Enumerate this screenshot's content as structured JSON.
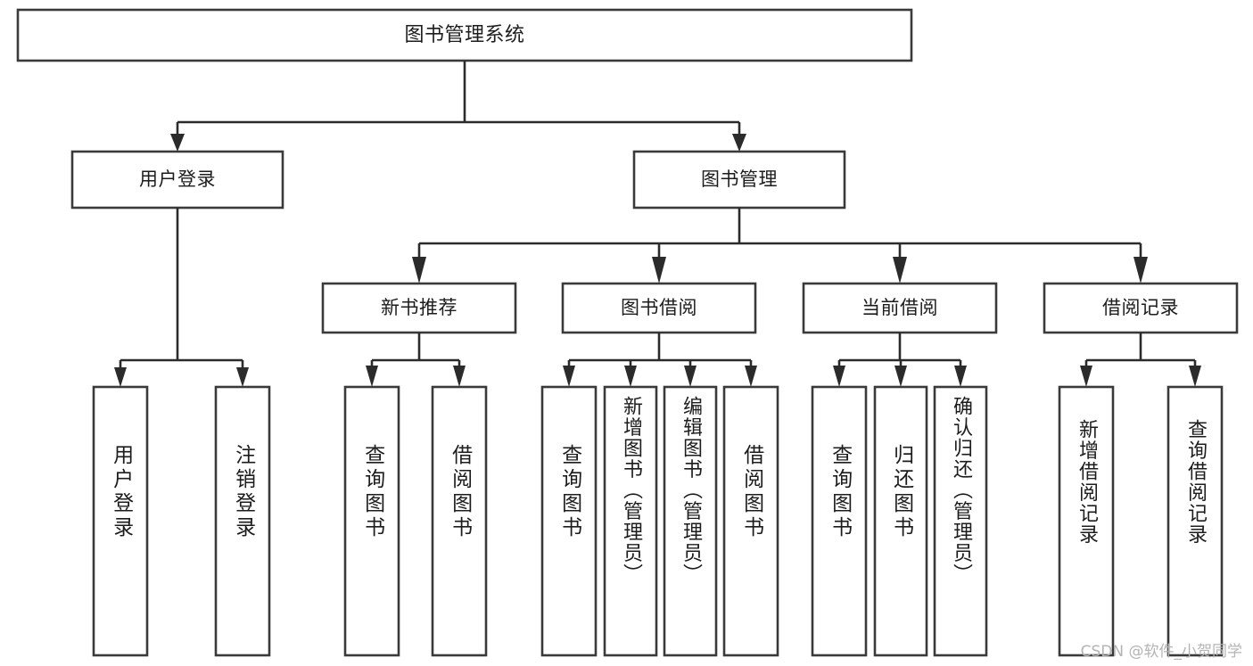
{
  "diagram": {
    "type": "tree",
    "title": "图书管理系统",
    "watermark": "CSDN @软件_小贺同学",
    "nodes": {
      "root": {
        "label": "图书管理系统"
      },
      "level2": [
        {
          "label": "用户登录"
        },
        {
          "label": "图书管理"
        }
      ],
      "level3": [
        {
          "label": "新书推荐"
        },
        {
          "label": "图书借阅"
        },
        {
          "label": "当前借阅"
        },
        {
          "label": "借阅记录"
        }
      ],
      "leaves": {
        "user_login": [
          {
            "label": "用户登录"
          },
          {
            "label": "注销登录"
          }
        ],
        "new_book": [
          {
            "label": "查询图书"
          },
          {
            "label": "借阅图书"
          }
        ],
        "book_borrow": [
          {
            "label": "查询图书"
          },
          {
            "label": "新增图书（管理员）"
          },
          {
            "label": "编辑图书（管理员）"
          },
          {
            "label": "借阅图书"
          }
        ],
        "current_borrow": [
          {
            "label": "查询图书"
          },
          {
            "label": "归还图书"
          },
          {
            "label": "确认归还（管理员）"
          }
        ],
        "borrow_record": [
          {
            "label": "新增借阅记录"
          },
          {
            "label": "查询借阅记录"
          }
        ]
      }
    },
    "colors": {
      "box_stroke": "#3a3a3a",
      "connector": "#2b2b2b",
      "text": "#1c1c1c",
      "background": "#ffffff",
      "watermark": "#b4b4b4"
    }
  }
}
